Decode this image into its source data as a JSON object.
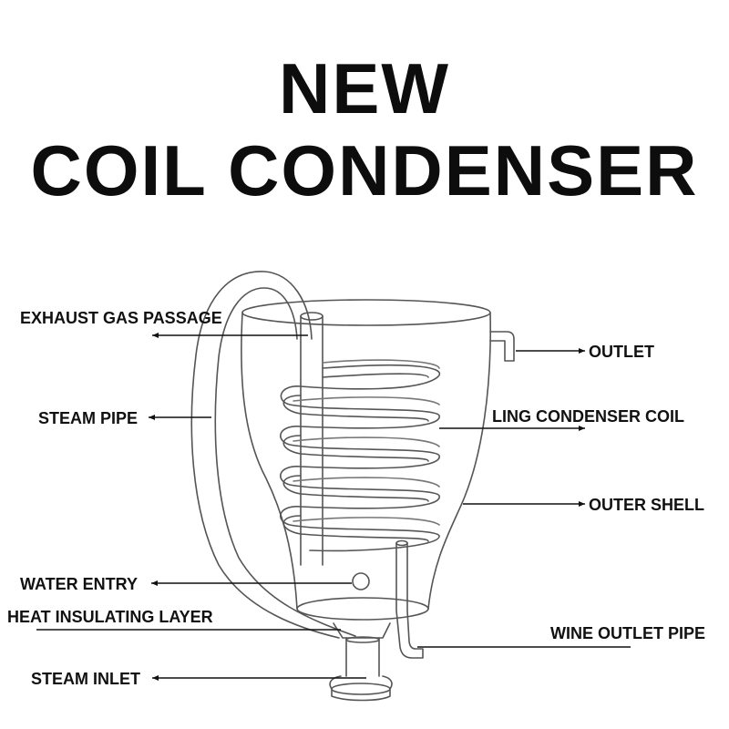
{
  "title": {
    "line1": "NEW",
    "line2": "COIL CONDENSER"
  },
  "labels": {
    "exhaust_gas_passage": "EXHAUST GAS PASSAGE",
    "steam_pipe": "STEAM PIPE",
    "water_entry": "WATER ENTRY",
    "heat_insulating_layer": "HEAT INSULATING LAYER",
    "steam_inlet": "STEAM INLET",
    "outlet": "OUTLET",
    "ling_condenser_coil": "LING CONDENSER COIL",
    "outer_shell": "OUTER SHELL",
    "wine_outlet_pipe": "WINE OUTLET PIPE"
  },
  "colors": {
    "line": "#555555",
    "text": "#111111"
  }
}
